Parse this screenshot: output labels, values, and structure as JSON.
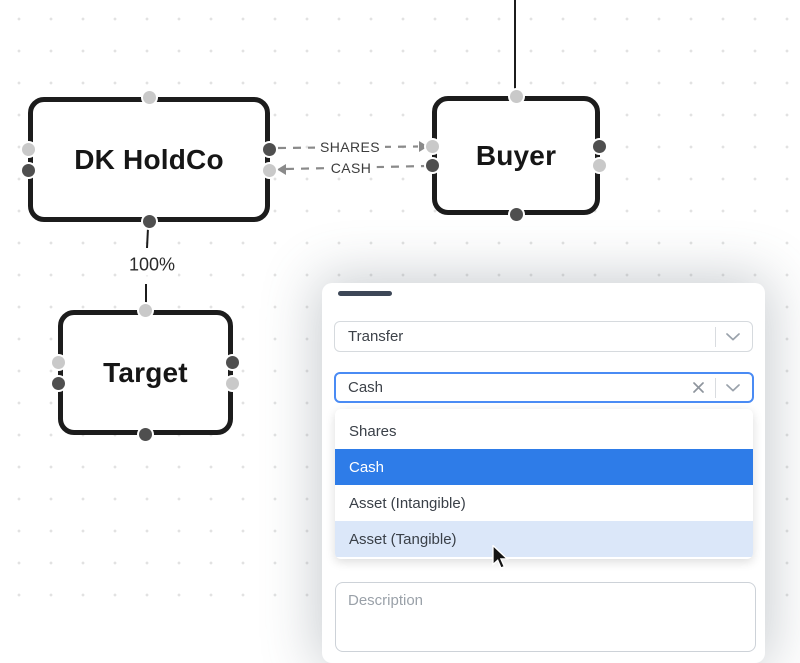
{
  "diagram": {
    "nodes": [
      {
        "label": "DK HoldCo"
      },
      {
        "label": "Buyer"
      },
      {
        "label": "Target"
      }
    ],
    "edge_labels": {
      "shares": "SHARES",
      "cash": "CASH",
      "ownership": "100%"
    }
  },
  "panel": {
    "transfer_type": {
      "value": "Transfer"
    },
    "asset_type": {
      "value": "Cash"
    },
    "dropdown_options": [
      {
        "label": "Shares"
      },
      {
        "label": "Cash"
      },
      {
        "label": "Asset (Intangible)"
      },
      {
        "label": "Asset (Tangible)"
      }
    ],
    "description_placeholder": "Description"
  },
  "colors": {
    "node_border": "#1c1c1c",
    "edge_dash": "#8a8a8a",
    "handle_light": "#c9c9c9",
    "handle_dark": "#4f4f4f",
    "selected_option_bg": "#2e7ce8",
    "hover_option_bg": "#dbe7f9",
    "focus_border": "#4a8bf4",
    "drag_bar": "#3d4757"
  }
}
